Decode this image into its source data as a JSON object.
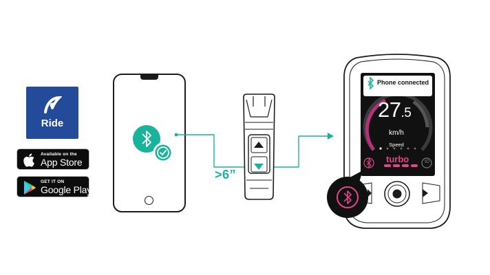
{
  "app": {
    "name": "Ride",
    "brand_color": "#244a9a"
  },
  "stores": {
    "apple": {
      "small": "Available on the",
      "big": "App Store"
    },
    "google": {
      "small": "GET IT ON",
      "big": "Google Play"
    }
  },
  "phone": {
    "bluetooth_color": "#19b39b"
  },
  "remote": {
    "distance": ">6”"
  },
  "display": {
    "notification": "Phone connected",
    "speed_main": "27",
    "speed_decimal": ".5",
    "speed_unit": "km/h",
    "speed_label": "Speed",
    "mode": "turbo",
    "id_label": "ID",
    "accent_color": "#e6458c"
  },
  "colors": {
    "teal": "#19b39b",
    "pink": "#e6458c",
    "dark": "#1b1b1b"
  }
}
